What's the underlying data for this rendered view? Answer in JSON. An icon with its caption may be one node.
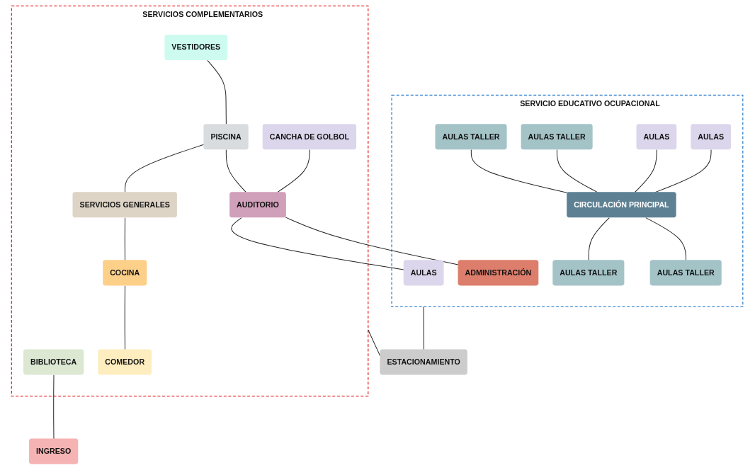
{
  "diagram": {
    "nodes": [
      {
        "text": [
          "SERVICIOS COMPLEMENTARIOS"
        ]
      },
      {
        "text": [
          "VESTIDORES"
        ],
        "in": 0
      },
      {
        "text": [
          "CANCHA DE GOLBOL"
        ],
        "in": 0
      },
      {
        "text": [
          "PISCINA"
        ],
        "in": 0
      },
      {
        "text": [
          "BIBLIOTECA"
        ],
        "in": 0
      },
      {
        "text": [
          "AUDITORIO"
        ],
        "in": 0
      },
      {
        "text": [
          "SERVICIOS GENERALES"
        ],
        "in": 0
      },
      {
        "text": [
          "COMEDOR"
        ],
        "in": 0
      },
      {
        "text": [
          "COCINA"
        ],
        "in": 0
      },
      {
        "text": [
          "SERVICIO EDUCATIVO OCUPACIONAL"
        ]
      },
      {
        "text": [
          "AULAS"
        ],
        "in": 9
      },
      {
        "text": [
          "AULAS"
        ],
        "in": 9
      },
      {
        "text": [
          "AULAS TALLER"
        ],
        "in": 9
      },
      {
        "text": [
          "AULAS TALLER"
        ],
        "in": 9
      },
      {
        "text": [
          "CIRCULACIÓN PRINCIPAL"
        ],
        "in": 9
      },
      {
        "text": [
          "AULAS TALLER"
        ],
        "in": 9
      },
      {
        "text": [
          "AULAS TALLER"
        ],
        "in": 9
      },
      {
        "text": [
          "ADMINISTRACIÓN"
        ],
        "in": 9
      },
      {
        "text": [
          "AULAS"
        ],
        "in": 9
      },
      {
        "text": [
          "INGRESO"
        ]
      },
      {
        "text": [
          "ESTACIONAMIENTO"
        ]
      }
    ],
    "edges": [
      {
        "from": 1,
        "to": 3,
        "arrow": "none"
      },
      {
        "from": 3,
        "to": 6,
        "arrow": "none"
      },
      {
        "from": 6,
        "to": 8,
        "arrow": "none"
      },
      {
        "from": 8,
        "to": 7,
        "arrow": "none"
      },
      {
        "from": 2,
        "to": 5,
        "arrow": "none"
      },
      {
        "from": 3,
        "to": 5,
        "arrow": "none"
      },
      {
        "from": 5,
        "to": 17,
        "arrow": "none"
      },
      {
        "from": 5,
        "to": 18,
        "arrow": "none"
      },
      {
        "from": 4,
        "to": 19,
        "arrow": "none"
      },
      {
        "from": 10,
        "to": 14,
        "arrow": "none"
      },
      {
        "from": 11,
        "to": 14,
        "arrow": "none"
      },
      {
        "from": 12,
        "to": 14,
        "arrow": "none"
      },
      {
        "from": 13,
        "to": 14,
        "arrow": "none"
      },
      {
        "from": 14,
        "to": 15,
        "arrow": "none"
      },
      {
        "from": 14,
        "to": 16,
        "arrow": "none"
      },
      {
        "from": 0,
        "to": 20,
        "arrow": "none"
      },
      {
        "from": 9,
        "to": 20,
        "arrow": "none"
      }
    ]
  }
}
